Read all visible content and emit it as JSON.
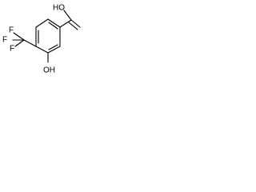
{
  "molecule": {
    "labels": {
      "carboxyl": "HO",
      "fluorine_1": "F",
      "fluorine_2": "F",
      "fluorine_3": "F",
      "hydroxyl": "OH"
    }
  },
  "colors": {
    "bond": "#000000",
    "text": "#000000",
    "background": "#ffffff"
  }
}
